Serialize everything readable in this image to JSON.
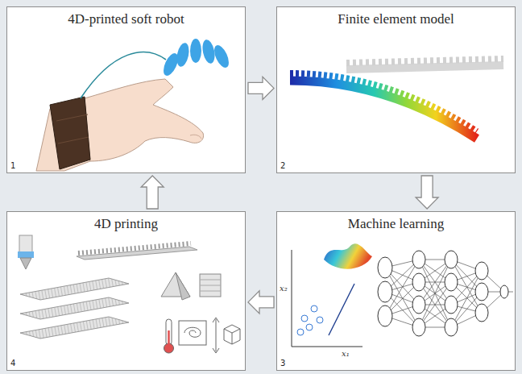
{
  "diagram": {
    "nodes": [
      {
        "text": [
          "4D-printed soft robot",
          "1"
        ]
      },
      {
        "text": [
          "Finite element model",
          "2"
        ]
      },
      {
        "text": [
          "4D printing",
          "4"
        ]
      },
      {
        "text": [
          "Machine learning",
          "3"
        ]
      }
    ],
    "edges": [
      {
        "from": 0,
        "to": 1,
        "arrow": "to"
      },
      {
        "from": 1,
        "to": 3,
        "arrow": "to"
      },
      {
        "from": 3,
        "to": 2,
        "arrow": "to"
      },
      {
        "from": 2,
        "to": 0,
        "arrow": "to"
      }
    ],
    "labels": [
      "x₂",
      "x₁"
    ]
  }
}
